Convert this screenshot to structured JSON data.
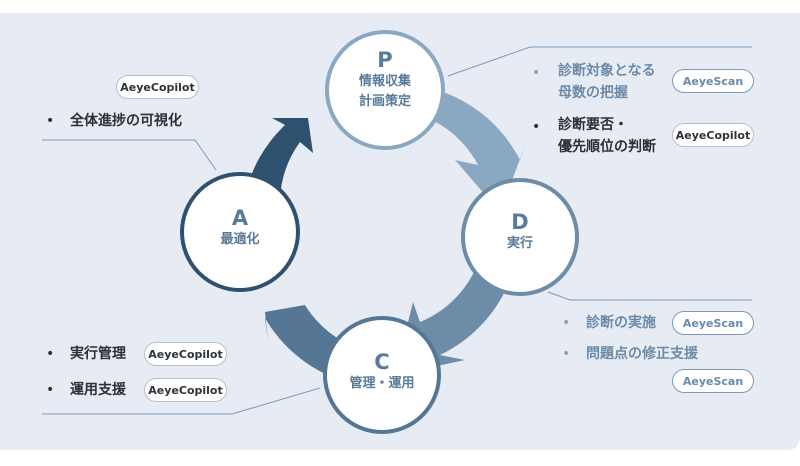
{
  "colors": {
    "background": "#e7ecf4",
    "plan": "#8aa8c2",
    "do": "#6d8ca8",
    "check": "#557795",
    "act": "#2f5170",
    "node_text": "#5a7a9a",
    "connector": "#7d9ab6"
  },
  "nodes": {
    "plan": {
      "letter": "P",
      "line1": "情報収集",
      "line2": "計画策定"
    },
    "do": {
      "letter": "D",
      "line1": "実行"
    },
    "check": {
      "letter": "C",
      "line1": "管理・運用"
    },
    "act": {
      "letter": "A",
      "line1": "最適化"
    }
  },
  "plan_items": [
    {
      "text_line1": "診断対象となる",
      "text_line2": "母数の把握",
      "tool": "AeyeScan"
    },
    {
      "text_line1": "診断要否・",
      "text_line2": "優先順位の判断",
      "tool": "AeyeCopilot"
    }
  ],
  "do_items": [
    {
      "text": "診断の実施",
      "tool": "AeyeScan"
    },
    {
      "text": "問題点の修正支援",
      "tool": "AeyeScan"
    }
  ],
  "check_items": [
    {
      "text": "実行管理",
      "tool": "AeyeCopilot"
    },
    {
      "text": "運用支援",
      "tool": "AeyeCopilot"
    }
  ],
  "act_items": [
    {
      "text": "全体進捗の可視化",
      "tool": "AeyeCopilot"
    }
  ],
  "bullet": "•"
}
